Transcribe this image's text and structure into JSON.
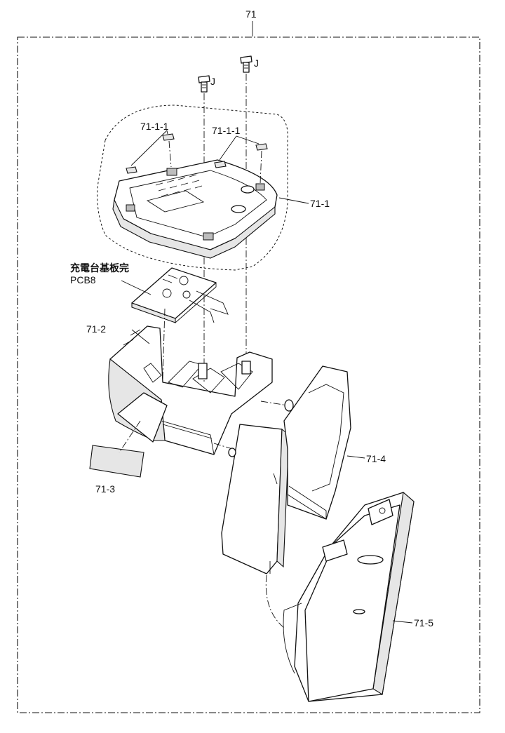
{
  "assembly": {
    "top_number": "71",
    "screw_label_left": "J",
    "screw_label_right": "J"
  },
  "callouts": {
    "pad_left": "71-1-1",
    "pad_right": "71-1-1",
    "bottom_cover": "71-1",
    "pcb_japanese": "充電台基板完",
    "pcb_code": "PCB8",
    "case": "71-2",
    "label_sheet": "71-3",
    "side_panel": "71-4",
    "stand": "71-5"
  }
}
